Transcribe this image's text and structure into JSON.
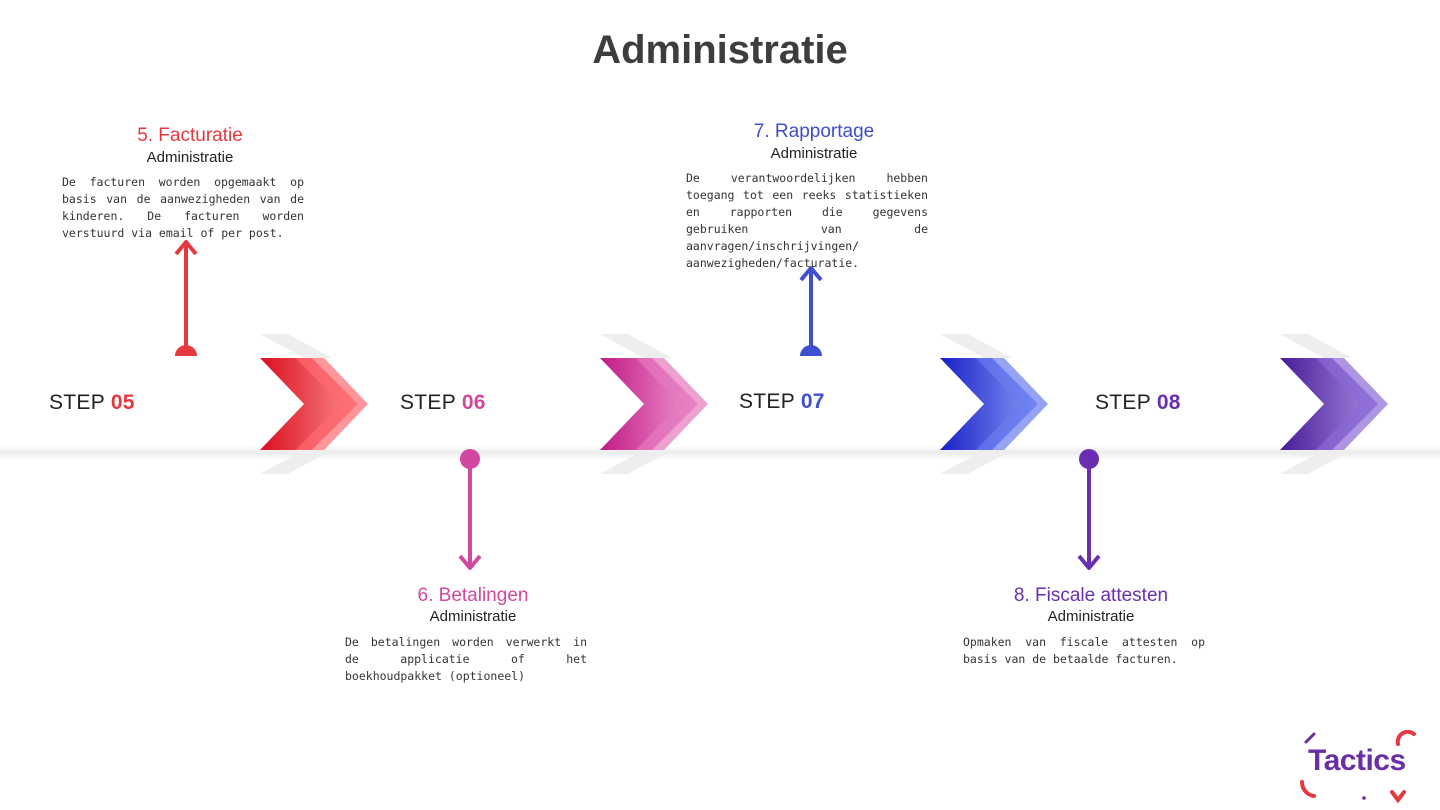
{
  "page": {
    "title": "Administratie"
  },
  "steps": [
    {
      "step_word": "STEP",
      "step_number": "05",
      "color": "#e53940",
      "card_title": "5. Facturatie",
      "card_subtitle": "Administratie",
      "card_text": "De facturen worden opgemaakt op basis van de aanwezigheden van de kinderen. De facturen worden verstuurd via email of per post.",
      "card_position": "top"
    },
    {
      "step_word": "STEP",
      "step_number": "06",
      "color": "#d2479f",
      "card_title": "6. Betalingen",
      "card_subtitle": "Administratie",
      "card_text": "De betalingen worden verwerkt in de applicatie of het boekhoudpakket (optioneel)",
      "card_position": "bottom"
    },
    {
      "step_word": "STEP",
      "step_number": "07",
      "color": "#3e4fd0",
      "card_title": "7. Rapportage",
      "card_subtitle": "Administratie",
      "card_text": "De verantwoordelijken hebben toegang tot een reeks statistieken en rapporten die gegevens gebruiken van de aanvragen/inschrijvingen/ aanwezigheden/facturatie.",
      "card_position": "top"
    },
    {
      "step_word": "STEP",
      "step_number": "08",
      "color": "#6a2fb0",
      "card_title": "8. Fiscale attesten",
      "card_subtitle": "Administratie",
      "card_text": "Opmaken van fiscale attesten op basis van de betaalde facturen.",
      "card_position": "bottom"
    }
  ],
  "logo": {
    "text": "Tactics"
  }
}
